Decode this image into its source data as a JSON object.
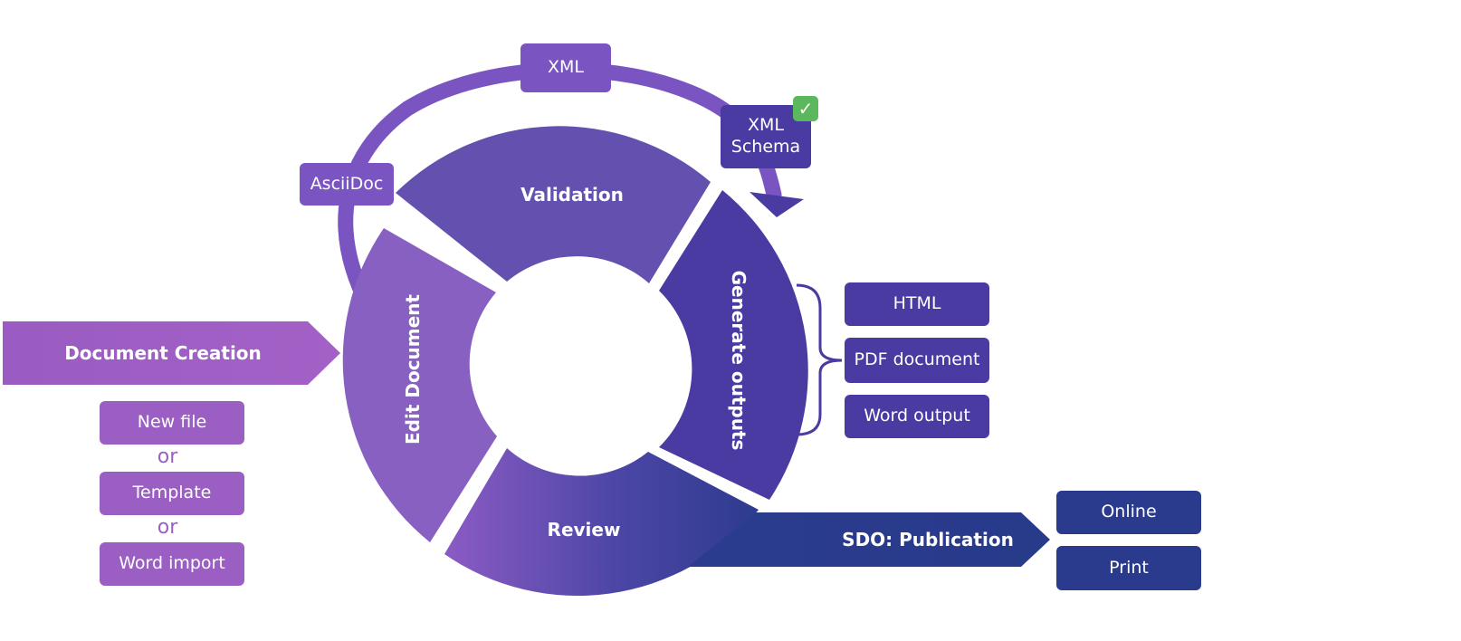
{
  "cycle": {
    "validation": "Validation",
    "generate_outputs": "Generate outputs",
    "review": "Review",
    "edit_document": "Edit Document"
  },
  "pipeline": {
    "asciidoc": "AsciiDoc",
    "xml": "XML",
    "xml_schema_line1": "XML",
    "xml_schema_line2": "Schema"
  },
  "creation": {
    "title": "Document Creation",
    "options": [
      "New file",
      "Template",
      "Word import"
    ],
    "separator": "or"
  },
  "outputs": [
    "HTML",
    "PDF document",
    "Word output"
  ],
  "publication": {
    "title": "SDO: Publication",
    "channels": [
      "Online",
      "Print"
    ]
  },
  "colors": {
    "purple": "#9b5fc4",
    "violet": "#7a54c0",
    "indigo": "#4a3ba3",
    "navy": "#2a3a8c",
    "check_green": "#5cb85c"
  }
}
